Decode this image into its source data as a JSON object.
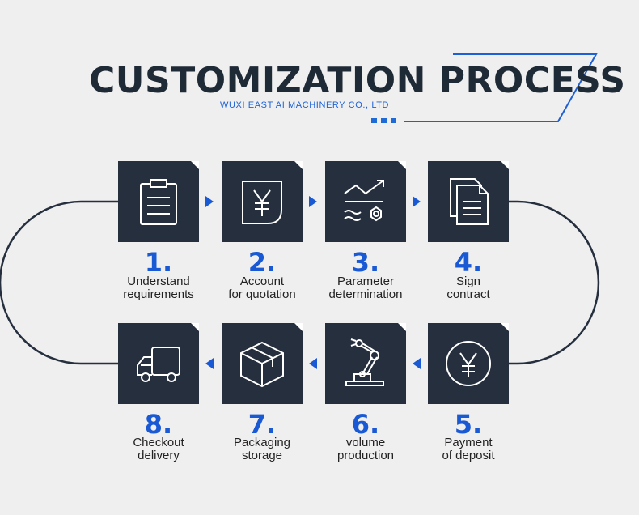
{
  "header": {
    "title": "CUSTOMIZATION PROCESS",
    "subtitle": "WUXI EAST AI MACHINERY CO., LTD"
  },
  "colors": {
    "tile": "#252f3e",
    "accent": "#1a59d4",
    "background": "#efefef"
  },
  "steps": [
    {
      "number": "1.",
      "line1": "Understand",
      "line2": "requirements",
      "icon": "clipboard-icon"
    },
    {
      "number": "2.",
      "line1": "Account",
      "line2": "for quotation",
      "icon": "yen-document-icon"
    },
    {
      "number": "3.",
      "line1": "Parameter",
      "line2": "determination",
      "icon": "parameter-chart-icon"
    },
    {
      "number": "4.",
      "line1": "Sign",
      "line2": "contract",
      "icon": "contract-documents-icon"
    },
    {
      "number": "5.",
      "line1": "Payment",
      "line2": "of deposit",
      "icon": "yen-coin-icon"
    },
    {
      "number": "6.",
      "line1": "volume",
      "line2": "production",
      "icon": "robot-arm-icon"
    },
    {
      "number": "7.",
      "line1": "Packaging",
      "line2": "storage",
      "icon": "package-box-icon"
    },
    {
      "number": "8.",
      "line1": "Checkout",
      "line2": "delivery",
      "icon": "delivery-truck-icon"
    }
  ]
}
